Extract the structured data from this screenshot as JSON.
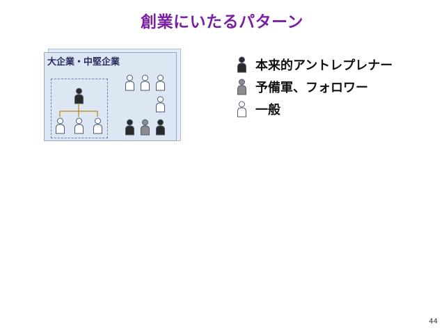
{
  "title": "創業にいたるパターン",
  "company_box": {
    "label": "大企業・中堅企業"
  },
  "legend": [
    {
      "type": "entrepreneur",
      "label": "本来的アントレプレナー"
    },
    {
      "type": "reserve",
      "label": "予備軍、フォロワー"
    },
    {
      "type": "general",
      "label": "一般"
    }
  ],
  "colors": {
    "title": "#7A1FA2",
    "entrepreneur": "#2A2A2A",
    "reserve": "#8C8C8C",
    "general": "#FFFFFF",
    "outline": "#4A5A70",
    "tree_lines": "#B8860B",
    "box_fill": "#DDE7F3"
  },
  "page_number": "44"
}
